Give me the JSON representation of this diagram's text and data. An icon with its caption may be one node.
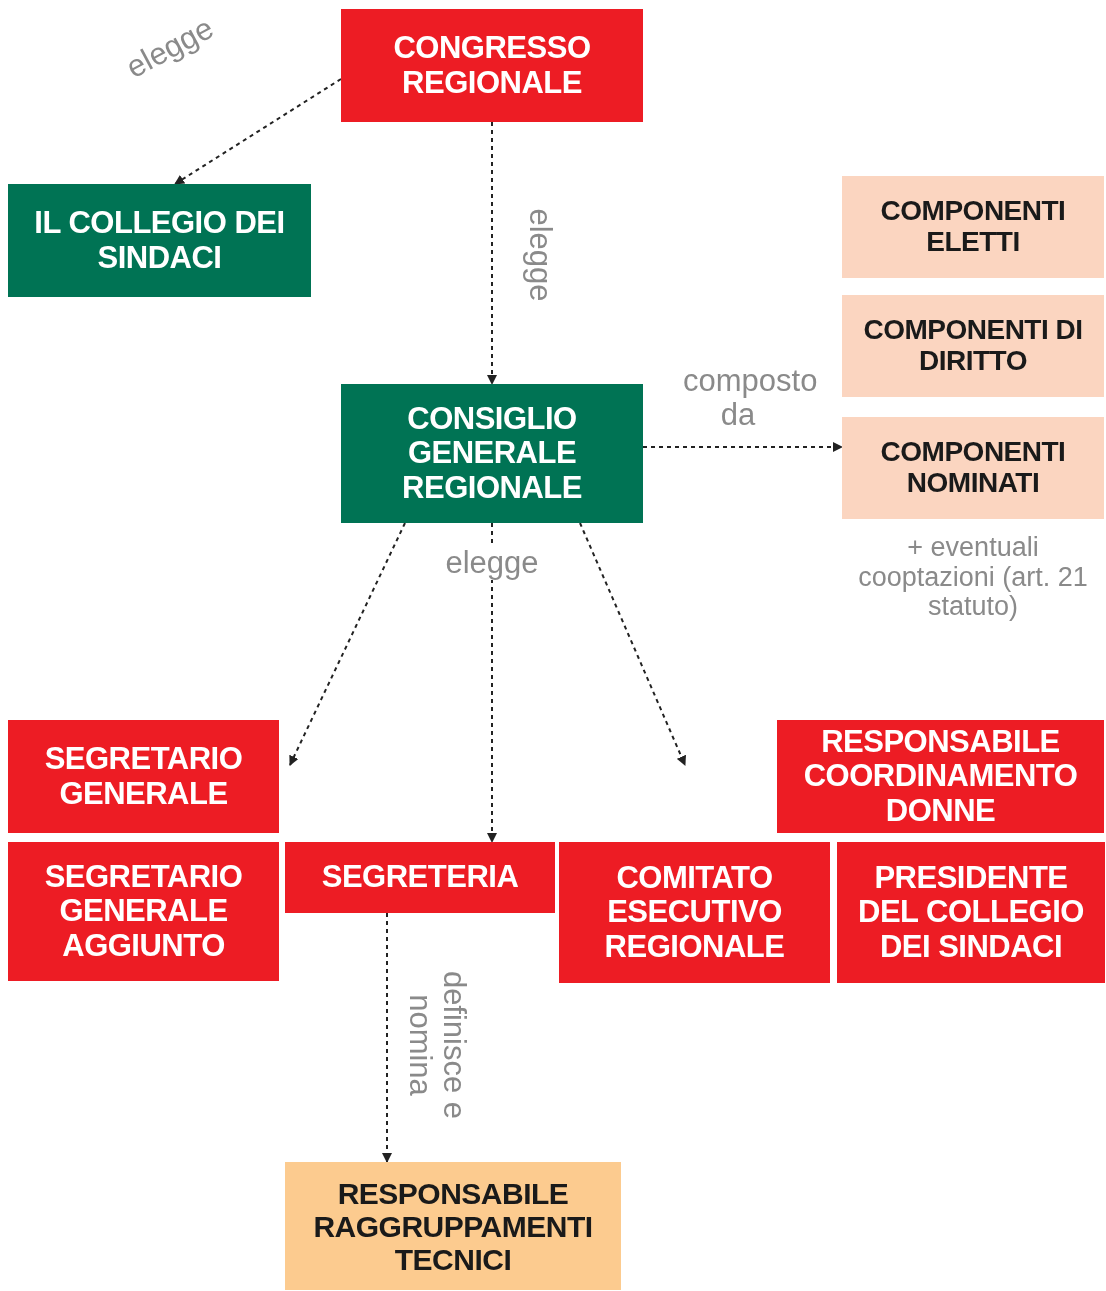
{
  "diagram": {
    "nodes": [
      {
        "text": [
          "CONGRESSO REGIONALE"
        ]
      },
      {
        "text": [
          "IL COLLEGIO DEI SINDACI"
        ]
      },
      {
        "text": [
          "CONSIGLIO GENERALE REGIONALE"
        ]
      },
      {
        "text": [
          "COMPONENTI ELETTI"
        ]
      },
      {
        "text": [
          "COMPONENTI DI DIRITTO"
        ]
      },
      {
        "text": [
          "COMPONENTI NOMINATI"
        ],
        "beside": [
          "+ eventuali cooptazioni (art. 21 statuto)"
        ]
      },
      {
        "text": [
          "RESPONSABILE COORDINAMENTO DONNE"
        ]
      },
      {
        "text": [
          "SEGRETARIO GENERALE"
        ]
      },
      {
        "text": [
          "SEGRETARIO GENERALE AGGIUNTO"
        ]
      },
      {
        "text": [
          "SEGRETERIA"
        ]
      },
      {
        "text": [
          "COMITATO ESECUTIVO REGIONALE"
        ]
      },
      {
        "text": [
          "PRESIDENTE DEL COLLEGIO DEI SINDACI"
        ]
      },
      {
        "text": [
          "RESPONSABILE RAGGRUPPAMENTI TECNICI"
        ]
      }
    ],
    "edges": [
      {
        "from": 0,
        "to": 1,
        "arrow": "to",
        "label": "elegge",
        "style": "dashed"
      },
      {
        "from": 0,
        "to": 2,
        "arrow": "to",
        "label": "elegge",
        "style": "dashed"
      },
      {
        "from": 2,
        "to": 5,
        "arrow": "to",
        "label": "composto da",
        "style": "dashed"
      },
      {
        "from": 2,
        "to": 7,
        "arrow": "to",
        "style": "dashed"
      },
      {
        "from": 2,
        "to": 9,
        "arrow": "to",
        "label": "elegge",
        "style": "dashed"
      },
      {
        "from": 2,
        "to": 10,
        "arrow": "to",
        "style": "dashed"
      },
      {
        "from": 9,
        "to": 12,
        "arrow": "to",
        "label": "definisce e nomina",
        "style": "dashed"
      }
    ]
  }
}
